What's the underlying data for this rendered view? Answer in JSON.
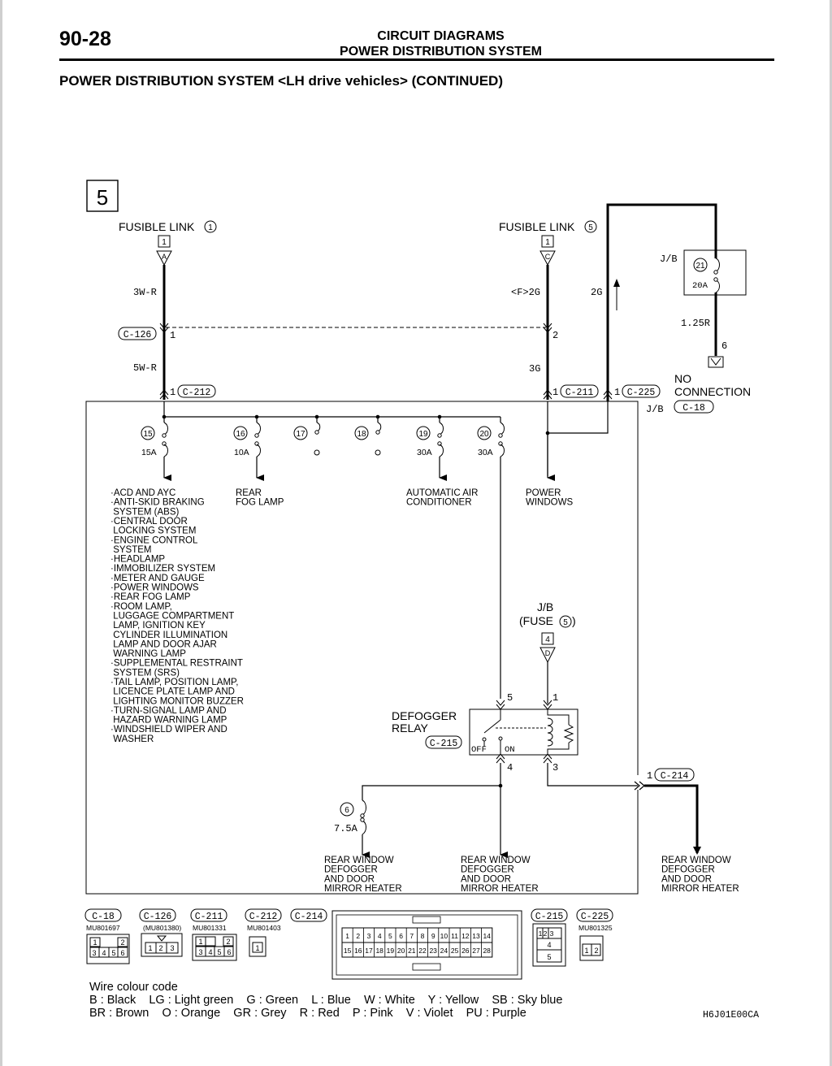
{
  "header": {
    "page_number": "90-28",
    "title_line1": "CIRCUIT DIAGRAMS",
    "title_line2": "POWER DISTRIBUTION SYSTEM",
    "section_title": "POWER DISTRIBUTION SYSTEM <LH drive vehicles> (CONTINUED)"
  },
  "diagram": {
    "continuation_number": "5",
    "fusible_link_1": {
      "label": "FUSIBLE LINK",
      "number": "1",
      "pin": "1",
      "terminal": "A"
    },
    "fusible_link_5": {
      "label": "FUSIBLE LINK",
      "number": "5",
      "pin": "1",
      "terminal": "C"
    },
    "wires": {
      "left_upper": "3W-R",
      "left_lower": "5W-R",
      "mid_upper": "<F>2G",
      "mid_lower": "3G",
      "right_2g": "2G",
      "jb_out": "1.25R"
    },
    "c126": {
      "label": "C-126",
      "pin_left": "1",
      "pin_right": "2"
    },
    "c212": {
      "label": "C-212",
      "pin": "1"
    },
    "c211": {
      "label": "C-211",
      "pin": "1"
    },
    "c225": {
      "label": "C-225",
      "pin": "1"
    },
    "jb_top": {
      "label": "J/B",
      "fuse": "21",
      "rating": "20A"
    },
    "jb_main": {
      "label": "J/B",
      "connector": "C-18"
    },
    "no_connection": {
      "pin": "6",
      "line1": "NO",
      "line2": "CONNECTION"
    },
    "fuses": [
      {
        "number": "15",
        "rating": "15A"
      },
      {
        "number": "16",
        "rating": "10A"
      },
      {
        "number": "17",
        "rating": ""
      },
      {
        "number": "18",
        "rating": ""
      },
      {
        "number": "19",
        "rating": "30A"
      },
      {
        "number": "20",
        "rating": "30A"
      }
    ],
    "loads": {
      "fuse15": [
        "·ACD AND AYC",
        "·ANTI-SKID BRAKING",
        " SYSTEM (ABS)",
        "·CENTRAL DOOR",
        " LOCKING SYSTEM",
        "·ENGINE CONTROL",
        " SYSTEM",
        "·HEADLAMP",
        "·IMMOBILIZER SYSTEM",
        "·METER AND GAUGE",
        "·POWER WINDOWS",
        "·REAR FOG LAMP",
        "·ROOM LAMP,",
        " LUGGAGE COMPARTMENT",
        " LAMP, IGNITION KEY",
        " CYLINDER ILLUMINATION",
        " LAMP AND DOOR AJAR",
        " WARNING LAMP",
        "·SUPPLEMENTAL RESTRAINT",
        " SYSTEM (SRS)",
        "·TAIL LAMP, POSITION LAMP,",
        " LICENCE PLATE LAMP AND",
        " LIGHTING MONITOR BUZZER",
        "·TURN-SIGNAL LAMP AND",
        " HAZARD WARNING LAMP",
        "·WINDSHIELD WIPER AND",
        " WASHER"
      ],
      "fuse16": [
        "REAR",
        "FOG LAMP"
      ],
      "fuse19": [
        "AUTOMATIC AIR",
        "CONDITIONER"
      ],
      "power_windows": [
        "POWER",
        "WINDOWS"
      ]
    },
    "jb_fuse5": {
      "line1": "J/B",
      "line2": "(FUSE",
      "fuse_number": "5",
      "pin": "4",
      "terminal": "D"
    },
    "relay": {
      "name_line1": "DEFOGGER",
      "name_line2": "RELAY",
      "connector": "C-215",
      "pin_tl": "5",
      "pin_tr": "1",
      "pin_bl": "4",
      "pin_br": "3",
      "off": "OFF",
      "on": "ON"
    },
    "mirror_fuse": {
      "number": "6",
      "rating": "7.5A"
    },
    "c214": {
      "label": "C-214",
      "pin": "1"
    },
    "outputs": [
      [
        "REAR WINDOW",
        "DEFOGGER",
        "AND DOOR",
        "MIRROR HEATER"
      ],
      [
        "REAR WINDOW",
        "DEFOGGER",
        "AND DOOR",
        "MIRROR HEATER"
      ],
      [
        "REAR WINDOW",
        "DEFOGGER",
        "AND DOOR",
        "MIRROR HEATER"
      ]
    ]
  },
  "connectors": [
    {
      "label": "C-18",
      "part": "MU801697"
    },
    {
      "label": "C-126",
      "part": "(MU801380)"
    },
    {
      "label": "C-211",
      "part": "MU801331"
    },
    {
      "label": "C-212",
      "part": "MU801403"
    },
    {
      "label": "C-214",
      "part": ""
    },
    {
      "label": "C-215",
      "part": ""
    },
    {
      "label": "C-225",
      "part": "MU801325"
    }
  ],
  "connector_pins": {
    "c18": [
      "1",
      "2",
      "3",
      "4",
      "5",
      "6"
    ],
    "c126": [
      "1",
      "2",
      "3"
    ],
    "c211": [
      "1",
      "2",
      "3",
      "4",
      "5",
      "6"
    ],
    "c212": [
      "1"
    ],
    "c214_row1": [
      "1",
      "2",
      "3",
      "4",
      "5",
      "6",
      "7",
      "8",
      "9",
      "10",
      "11",
      "12",
      "13",
      "14"
    ],
    "c214_row2": [
      "15",
      "16",
      "17",
      "18",
      "19",
      "20",
      "21",
      "22",
      "23",
      "24",
      "25",
      "26",
      "27",
      "28"
    ],
    "c215": [
      "1",
      "2",
      "3",
      "4",
      "5"
    ],
    "c225": [
      "1",
      "2"
    ]
  },
  "legend": {
    "title": "Wire colour code",
    "line1": "B : Black    LG : Light green    G : Green    L : Blue    W : White    Y : Yellow    SB : Sky blue",
    "line2": "BR : Brown    O : Orange    GR : Grey    R : Red    P : Pink    V : Violet    PU : Purple"
  },
  "drawing_code": "H6J01E00CA"
}
